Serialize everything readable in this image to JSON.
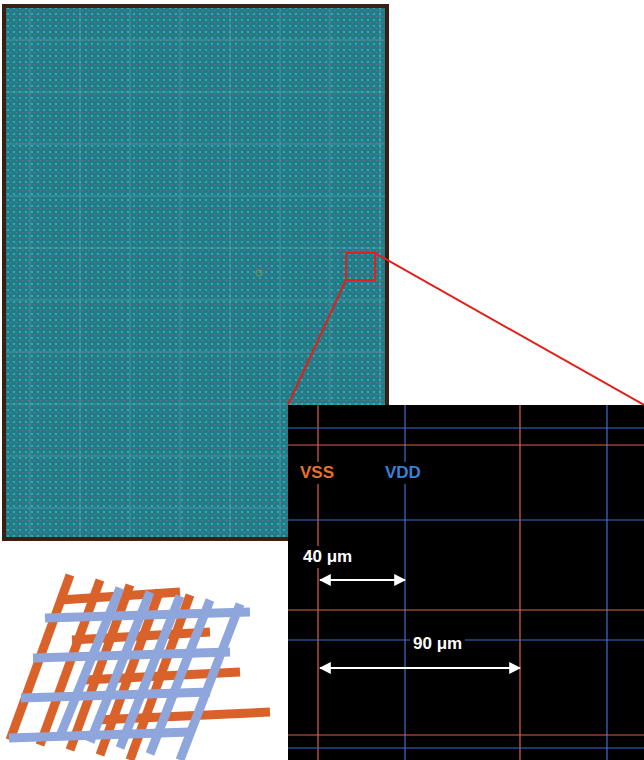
{
  "diagram": {
    "labels": [
      "VSS",
      "VDD",
      "40 μm",
      "90 μm"
    ]
  }
}
